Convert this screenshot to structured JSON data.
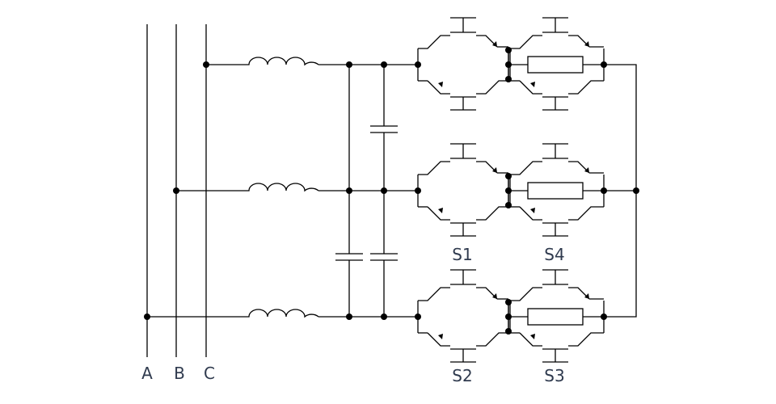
{
  "phase_labels": {
    "a": "A",
    "b": "B",
    "c": "C"
  },
  "switch_labels": {
    "s1": "S1",
    "s2": "S2",
    "s3": "S3",
    "s4": "S4"
  },
  "colors": {
    "wire": "#000000",
    "label": "#2f3a4e",
    "background": "#ffffff"
  }
}
